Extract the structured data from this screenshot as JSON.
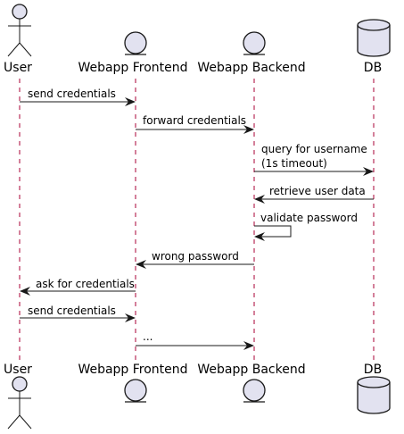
{
  "participants": {
    "user": "User",
    "frontend": "Webapp Frontend",
    "backend": "Webapp Backend",
    "db": "DB"
  },
  "messages": [
    {
      "from": "user",
      "to": "frontend",
      "lines": [
        "send credentials"
      ]
    },
    {
      "from": "frontend",
      "to": "backend",
      "lines": [
        "forward credentials"
      ]
    },
    {
      "from": "backend",
      "to": "db",
      "lines": [
        "query for username",
        "(1s timeout)"
      ]
    },
    {
      "from": "db",
      "to": "backend",
      "lines": [
        "retrieve user data"
      ]
    },
    {
      "from": "backend",
      "to": "backend",
      "lines": [
        "validate password"
      ]
    },
    {
      "from": "backend",
      "to": "frontend",
      "lines": [
        "wrong password"
      ]
    },
    {
      "from": "frontend",
      "to": "user",
      "lines": [
        "ask for credentials"
      ]
    },
    {
      "from": "user",
      "to": "frontend",
      "lines": [
        "send credentials"
      ]
    },
    {
      "from": "frontend",
      "to": "backend",
      "lines": [
        "..."
      ]
    }
  ],
  "colors": {
    "participant_fill": "#e2e2f0",
    "lifeline": "#a80036",
    "line": "#181818"
  }
}
